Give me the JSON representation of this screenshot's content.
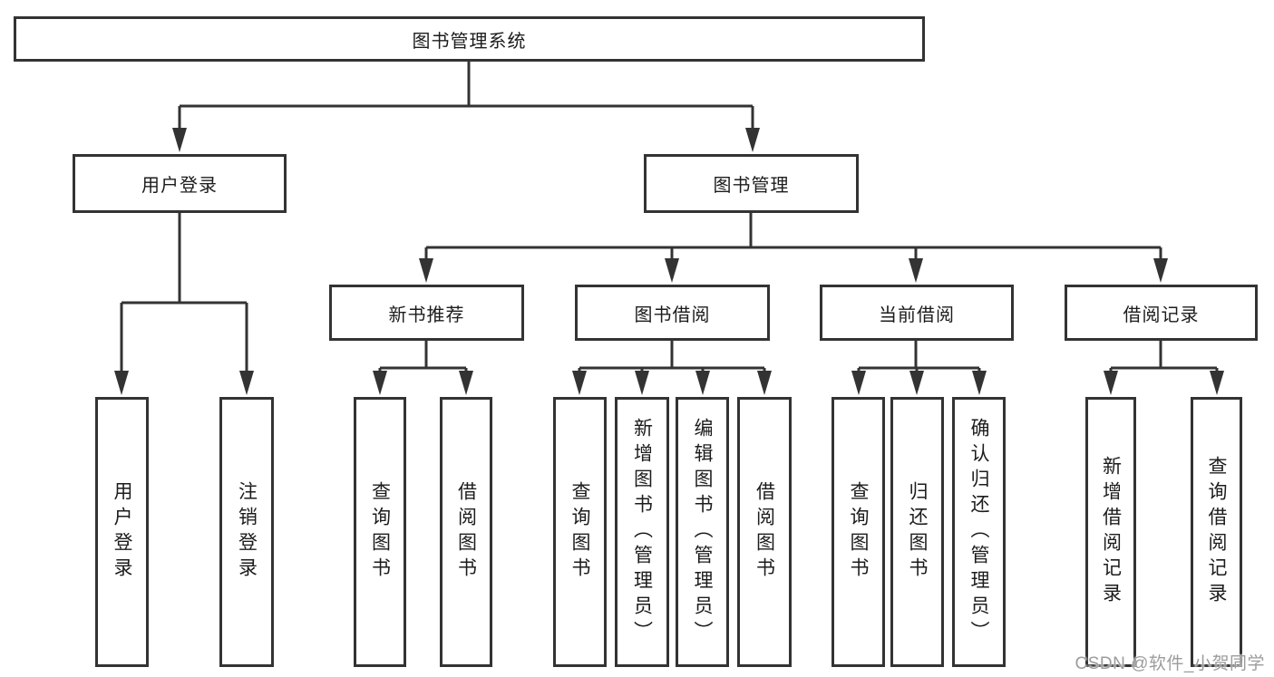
{
  "tree": {
    "label": "图书管理系统",
    "children": [
      {
        "label": "用户登录",
        "children": [
          {
            "label": "用户登录"
          },
          {
            "label": "注销登录"
          }
        ]
      },
      {
        "label": "图书管理",
        "children": [
          {
            "label": "新书推荐",
            "children": [
              {
                "label": "查询图书"
              },
              {
                "label": "借阅图书"
              }
            ]
          },
          {
            "label": "图书借阅",
            "children": [
              {
                "label": "查询图书"
              },
              {
                "label": "新增图书（管理员）"
              },
              {
                "label": "编辑图书（管理员）"
              },
              {
                "label": "借阅图书"
              }
            ]
          },
          {
            "label": "当前借阅",
            "children": [
              {
                "label": "查询图书"
              },
              {
                "label": "归还图书"
              },
              {
                "label": "确认归还（管理员）"
              }
            ]
          },
          {
            "label": "借阅记录",
            "children": [
              {
                "label": "新增借阅记录"
              },
              {
                "label": "查询借阅记录"
              }
            ]
          }
        ]
      }
    ]
  },
  "watermark": "CSDN @软件_小贺同学",
  "colors": {
    "line": "#333333",
    "text": "#1c1c1c",
    "watermark": "#9c9c9c",
    "background": "#ffffff"
  }
}
